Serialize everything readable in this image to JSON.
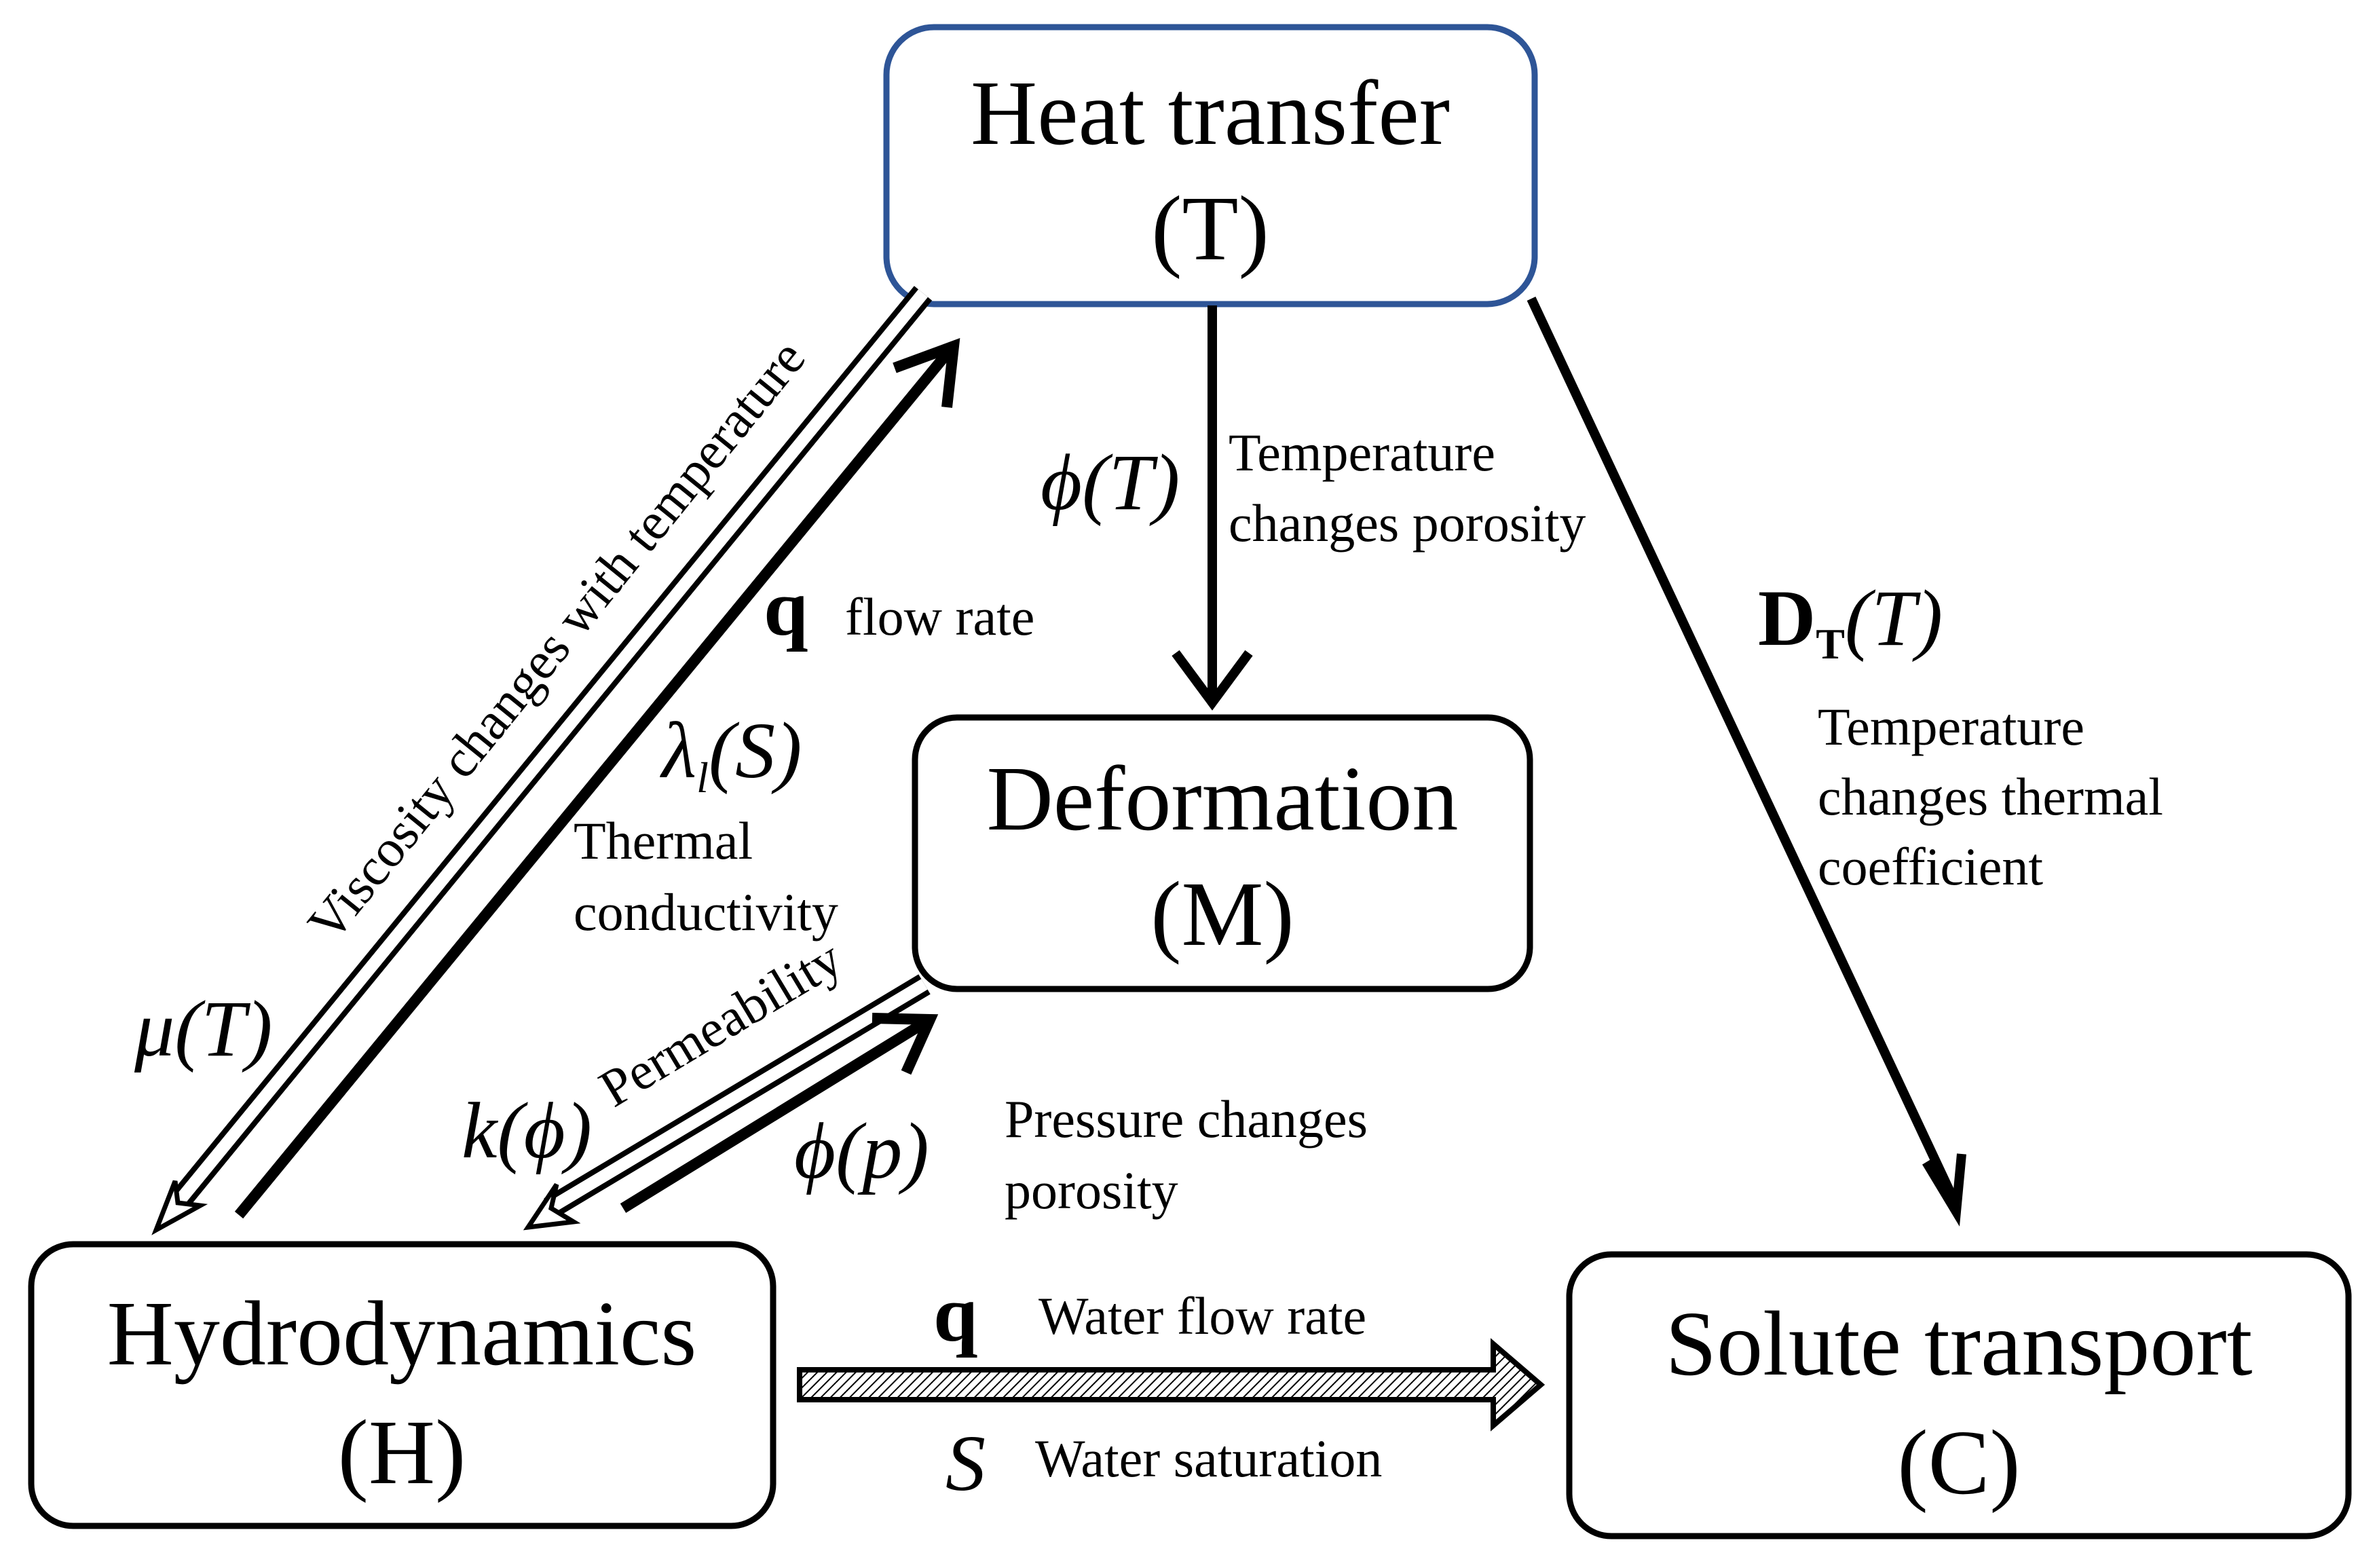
{
  "nodes": {
    "heat": {
      "title": "Heat transfer",
      "code": "(T)",
      "border_color": "#2e5597"
    },
    "deformation": {
      "title": "Deformation",
      "code": "(M)",
      "border_color": "#000000"
    },
    "hydro": {
      "title": "Hydrodynamics",
      "code": "(H)",
      "border_color": "#000000"
    },
    "solute": {
      "title": "Solute transport",
      "code": "(C)",
      "border_color": "#000000"
    }
  },
  "couplings": {
    "heat_to_deformation": {
      "symbol": "ϕ(T)",
      "line1": "Temperature",
      "line2": "changes porosity"
    },
    "heat_to_solute": {
      "symbol_main": "D",
      "symbol_sub": "T",
      "symbol_arg": "(T)",
      "line1": "Temperature",
      "line2": "changes thermal",
      "line3": "coefficient"
    },
    "heat_to_hydro": {
      "symbol": "μ(T)",
      "text": "Viscosity changes with temperature"
    },
    "hydro_to_heat": {
      "flux_symbol": "q",
      "flux_text": "flow rate",
      "symbol_main": "λ",
      "symbol_sub": "l",
      "symbol_arg": "(S)",
      "line1": "Thermal",
      "line2": "conductivity"
    },
    "deformation_to_hydro": {
      "symbol": "k(ϕ)",
      "text": "Permeability"
    },
    "hydro_to_deformation": {
      "symbol": "ϕ(p)",
      "line1": "Pressure changes",
      "line2": "porosity"
    },
    "hydro_to_solute": {
      "symbol_q": "q",
      "text_q": "Water flow rate",
      "symbol_s": "S",
      "text_s": "Water saturation"
    }
  }
}
